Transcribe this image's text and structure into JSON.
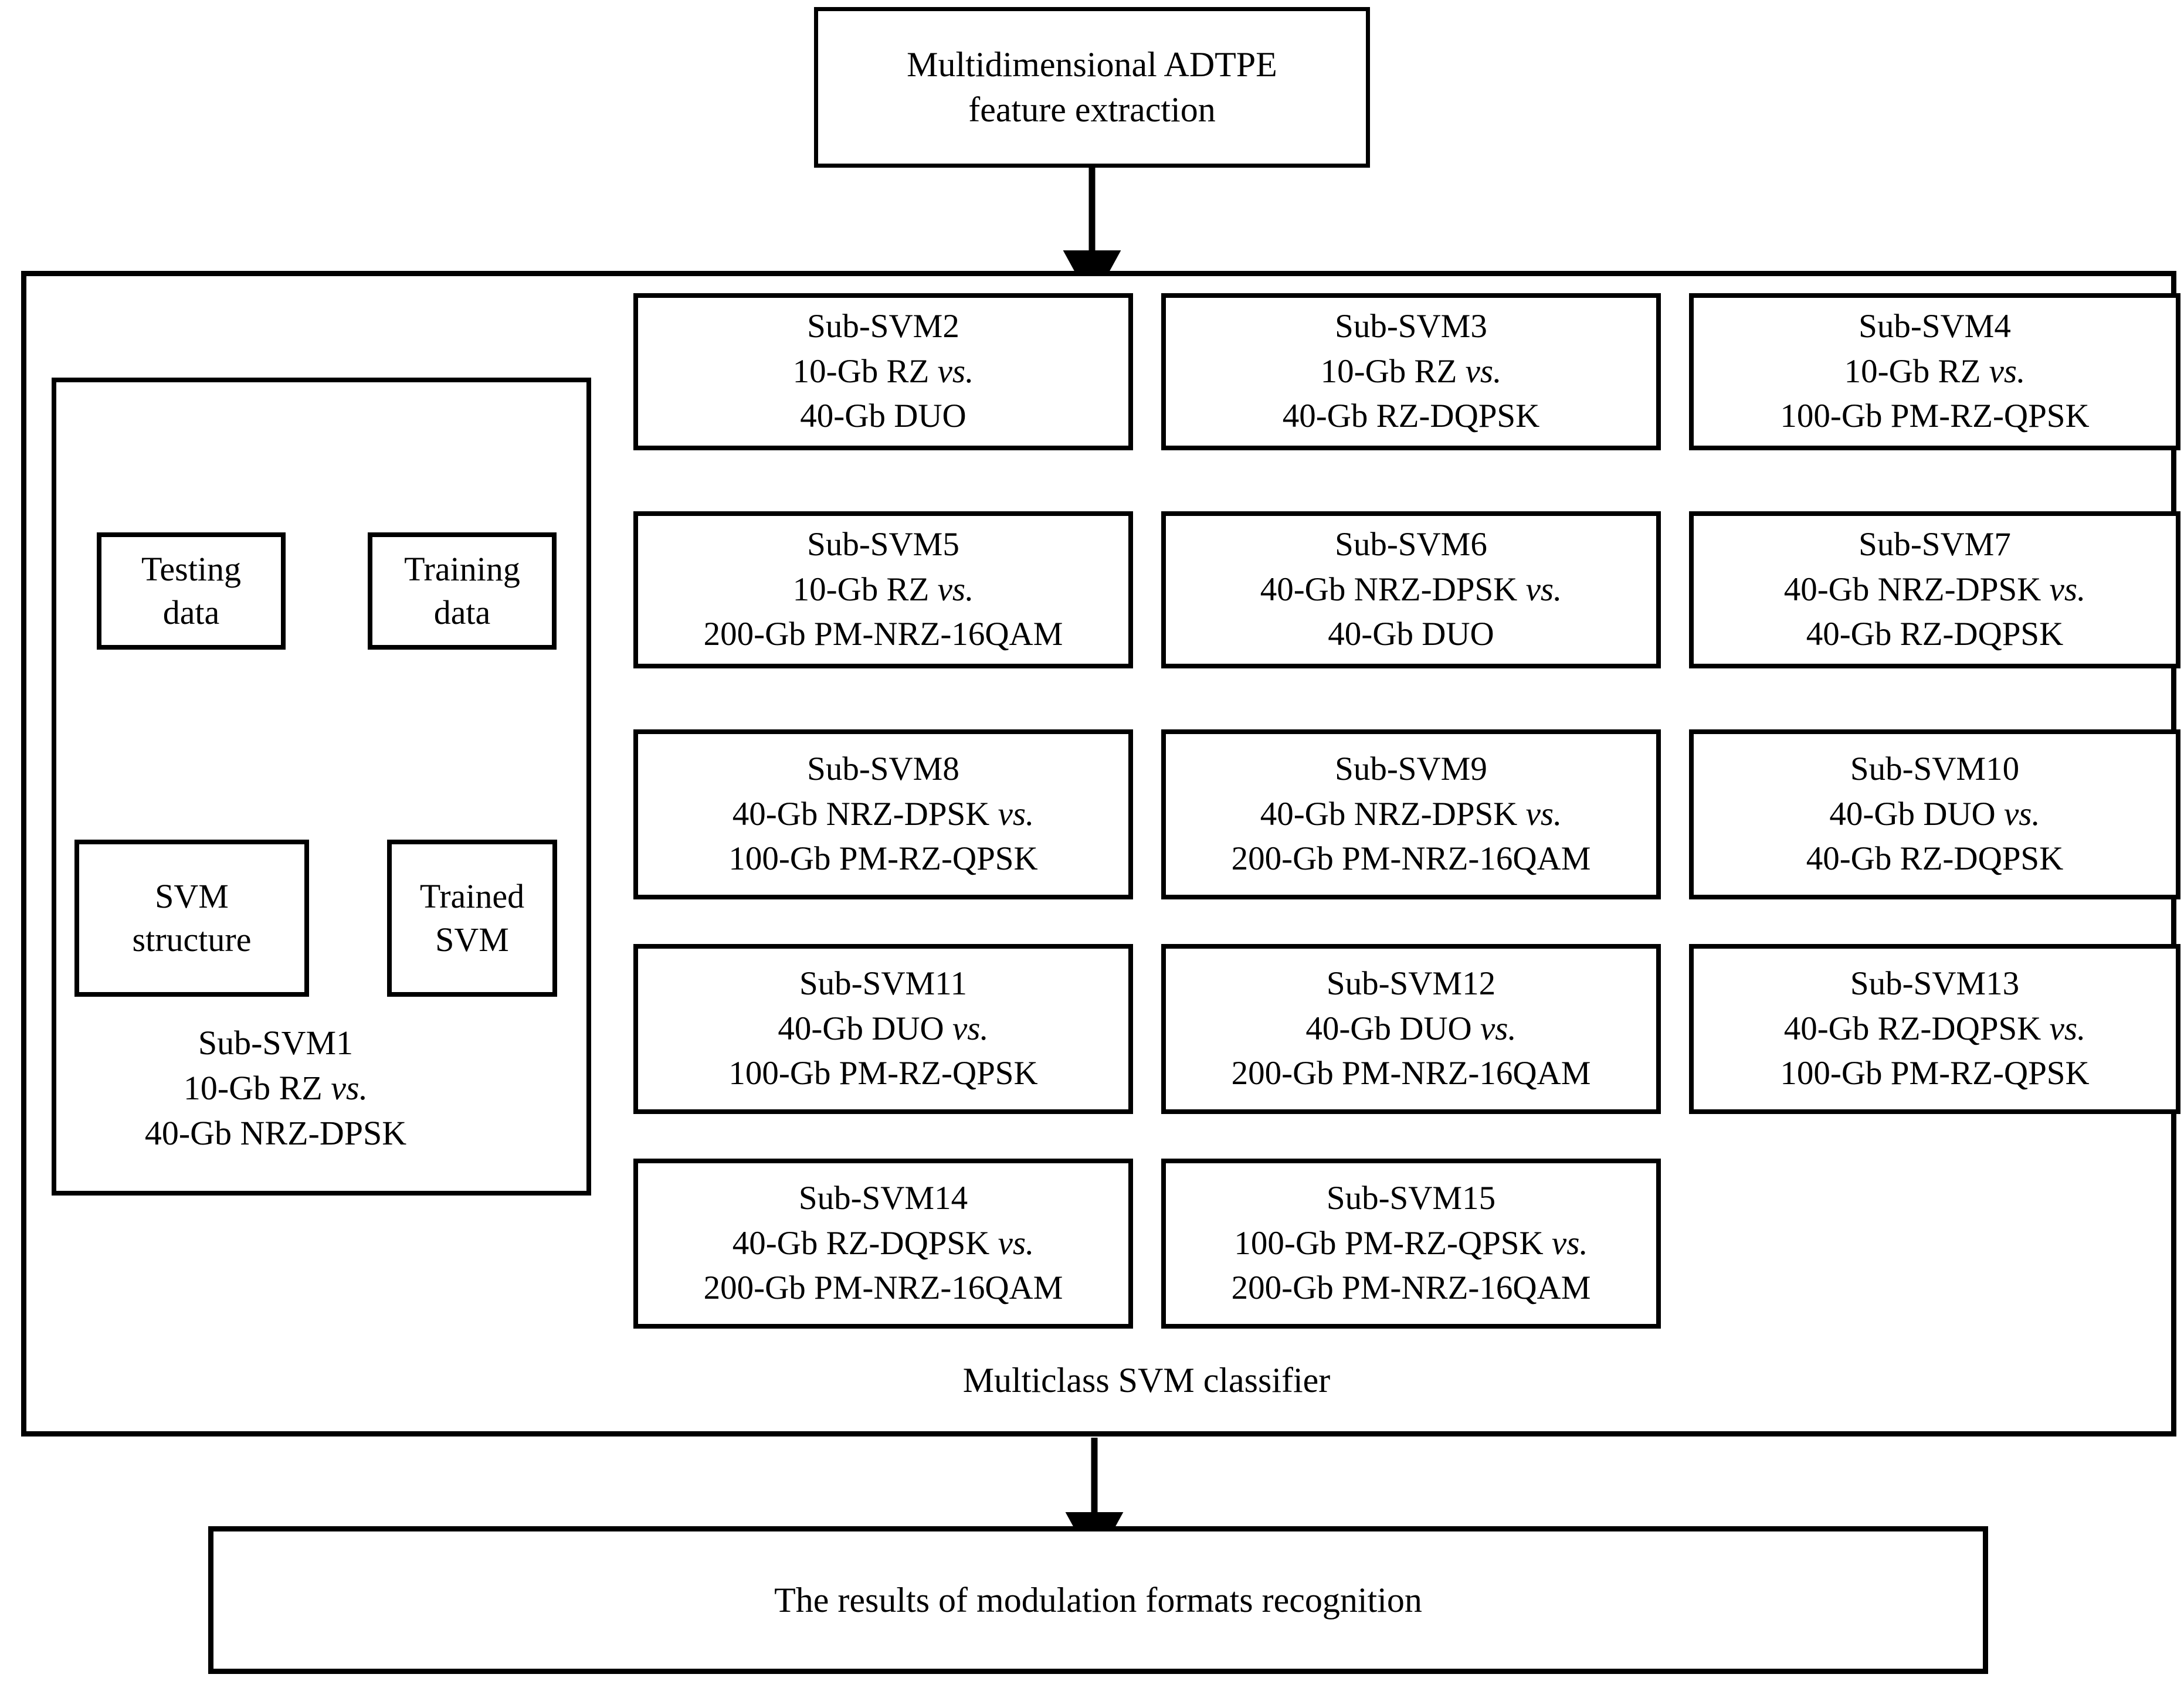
{
  "diagram": {
    "title_box": {
      "name": "multidimensional-adtpe-feature-extraction",
      "line1": "Multidimensional ADTPE",
      "line2": "feature extraction"
    },
    "classifier": {
      "label": "Multiclass SVM classifier"
    },
    "sub_svm1": {
      "testing_data": {
        "line1": "Testing",
        "line2": "data"
      },
      "training_data": {
        "line1": "Training",
        "line2": "data"
      },
      "svm_structure": {
        "line1": "SVM",
        "line2": "structure"
      },
      "trained_svm": {
        "line1": "Trained",
        "line2": "SVM"
      },
      "caption": {
        "line1": "Sub-SVM1",
        "line2_a": "10-Gb RZ ",
        "line2_b": "vs.",
        "line3": "40-Gb NRZ-DPSK"
      }
    },
    "result_box": {
      "label": "The results of modulation formats recognition"
    },
    "sub_svms": [
      {
        "id": "sub-svm2",
        "title": "Sub-SVM2",
        "a": "10-Gb RZ ",
        "vs": "vs.",
        "b": "40-Gb DUO"
      },
      {
        "id": "sub-svm3",
        "title": "Sub-SVM3",
        "a": "10-Gb RZ ",
        "vs": "vs.",
        "b": "40-Gb RZ-DQPSK"
      },
      {
        "id": "sub-svm4",
        "title": "Sub-SVM4",
        "a": "10-Gb RZ ",
        "vs": "vs.",
        "b": "100-Gb PM-RZ-QPSK"
      },
      {
        "id": "sub-svm5",
        "title": "Sub-SVM5",
        "a": "10-Gb RZ ",
        "vs": "vs.",
        "b": "200-Gb PM-NRZ-16QAM"
      },
      {
        "id": "sub-svm6",
        "title": "Sub-SVM6",
        "a": "40-Gb NRZ-DPSK ",
        "vs": "vs.",
        "b": "40-Gb DUO"
      },
      {
        "id": "sub-svm7",
        "title": "Sub-SVM7",
        "a": "40-Gb NRZ-DPSK ",
        "vs": "vs.",
        "b": "40-Gb RZ-DQPSK"
      },
      {
        "id": "sub-svm8",
        "title": "Sub-SVM8",
        "a": "40-Gb NRZ-DPSK ",
        "vs": "vs.",
        "b": "100-Gb PM-RZ-QPSK"
      },
      {
        "id": "sub-svm9",
        "title": "Sub-SVM9",
        "a": "40-Gb NRZ-DPSK ",
        "vs": "vs.",
        "b": "200-Gb PM-NRZ-16QAM"
      },
      {
        "id": "sub-svm10",
        "title": "Sub-SVM10",
        "a": "40-Gb DUO ",
        "vs": "vs.",
        "b": "40-Gb RZ-DQPSK"
      },
      {
        "id": "sub-svm11",
        "title": "Sub-SVM11",
        "a": "40-Gb DUO ",
        "vs": "vs.",
        "b": "100-Gb PM-RZ-QPSK"
      },
      {
        "id": "sub-svm12",
        "title": "Sub-SVM12",
        "a": "40-Gb DUO ",
        "vs": "vs.",
        "b": "200-Gb PM-NRZ-16QAM"
      },
      {
        "id": "sub-svm13",
        "title": "Sub-SVM13",
        "a": "40-Gb RZ-DQPSK ",
        "vs": "vs.",
        "b": "100-Gb PM-RZ-QPSK"
      },
      {
        "id": "sub-svm14",
        "title": "Sub-SVM14",
        "a": "40-Gb RZ-DQPSK ",
        "vs": "vs.",
        "b": "200-Gb PM-NRZ-16QAM"
      },
      {
        "id": "sub-svm15",
        "title": "Sub-SVM15",
        "a": "100-Gb PM-RZ-QPSK ",
        "vs": "vs.",
        "b": "200-Gb PM-NRZ-16QAM"
      }
    ],
    "colors": {
      "stroke": "#000000",
      "background": "#ffffff"
    }
  }
}
